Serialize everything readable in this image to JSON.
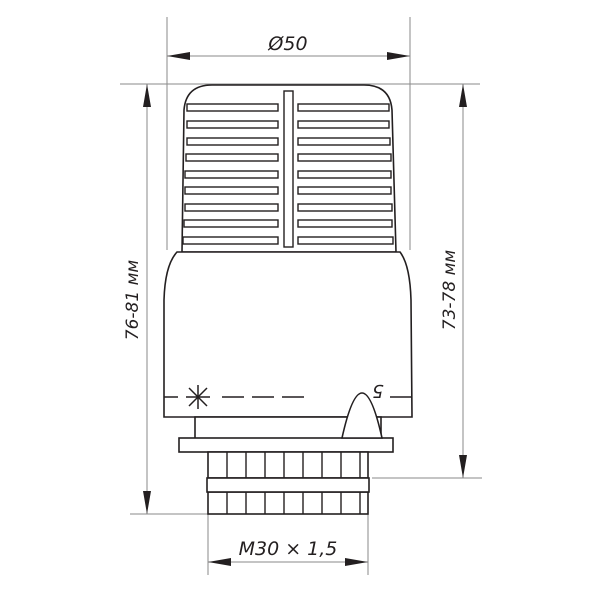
{
  "drawing": {
    "subject": "Thermostatic head with M30x1,5 connection",
    "colors": {
      "line": "#231f20",
      "dimension_line": "#8a8a8a",
      "background": "#ffffff"
    },
    "dimensions": {
      "diameter": "Ø50",
      "height_total": "76-81 мм",
      "height_body": "73-78 мм",
      "thread": "M30 × 1,5"
    },
    "markings": {
      "frost_symbol": "✳",
      "max_setting": "5"
    },
    "cap": {
      "rib_rows": 9
    },
    "thread": {
      "segments": 9
    }
  }
}
